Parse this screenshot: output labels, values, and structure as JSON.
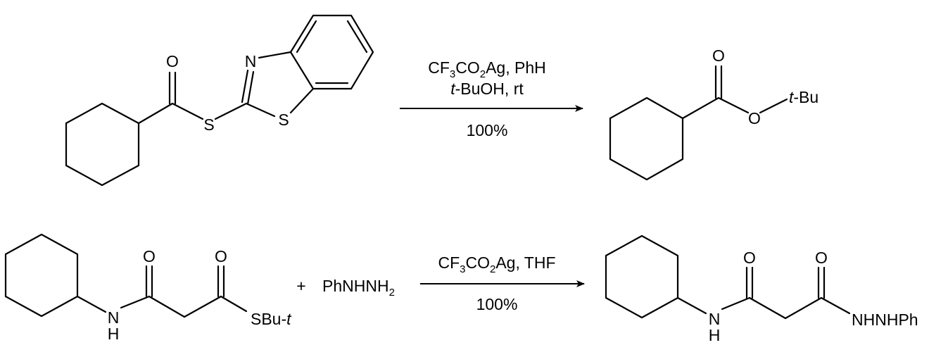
{
  "reactions": [
    {
      "reactant": {
        "atoms": {
          "O": "O",
          "S_thioester": "S",
          "N": "N",
          "S_ring": "S"
        }
      },
      "conditions": {
        "line1": {
          "a": "CF",
          "sub1": "3",
          "b": "CO",
          "sub2": "2",
          "c": "Ag, PhH"
        },
        "line2": {
          "italic": "t",
          "rest": "-BuOH, rt"
        },
        "yield": "100%"
      },
      "product": {
        "atoms": {
          "O_carbonyl": "O",
          "O_ester": "O",
          "tbu_italic": "t",
          "tbu_rest": "-Bu"
        }
      }
    },
    {
      "reactant": {
        "atoms": {
          "O1": "O",
          "O2": "O",
          "N": "N",
          "H": "H",
          "sbu_text": "SBu-",
          "sbu_italic": "t"
        }
      },
      "plus": "+",
      "reagent": {
        "text": "PhNHNH",
        "sub": "2"
      },
      "conditions": {
        "line1": {
          "a": "CF",
          "sub1": "3",
          "b": "CO",
          "sub2": "2",
          "c": "Ag, THF"
        },
        "yield": "100%"
      },
      "product": {
        "atoms": {
          "O1": "O",
          "O2": "O",
          "N": "N",
          "H": "H",
          "hydrazide": "NHNHPh"
        }
      }
    }
  ],
  "colors": {
    "ink": "#000000",
    "background": "#ffffff"
  }
}
